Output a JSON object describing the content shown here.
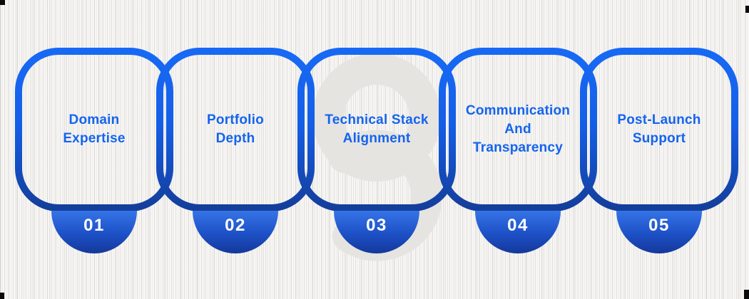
{
  "diagram": {
    "title": "vendor-selection-criteria-steps",
    "watermark_glyph": "figure-8-logo-mark",
    "colors": {
      "background": "#f7f6f4",
      "border_gradient_top": "#1769f4",
      "border_gradient_bottom": "#143e9c",
      "label_text": "#1464ef",
      "badge_gradient_top": "#3574e6",
      "badge_gradient_bottom": "#14389a",
      "badge_text": "#ffffff",
      "watermark": "#e6e4e1"
    },
    "cards": [
      {
        "label": "Domain\nExpertise",
        "number": "01"
      },
      {
        "label": "Portfolio\nDepth",
        "number": "02"
      },
      {
        "label": "Technical Stack\nAlignment",
        "number": "03"
      },
      {
        "label": "Communication\nAnd\nTransparency",
        "number": "04"
      },
      {
        "label": "Post-Launch\nSupport",
        "number": "05"
      }
    ]
  }
}
